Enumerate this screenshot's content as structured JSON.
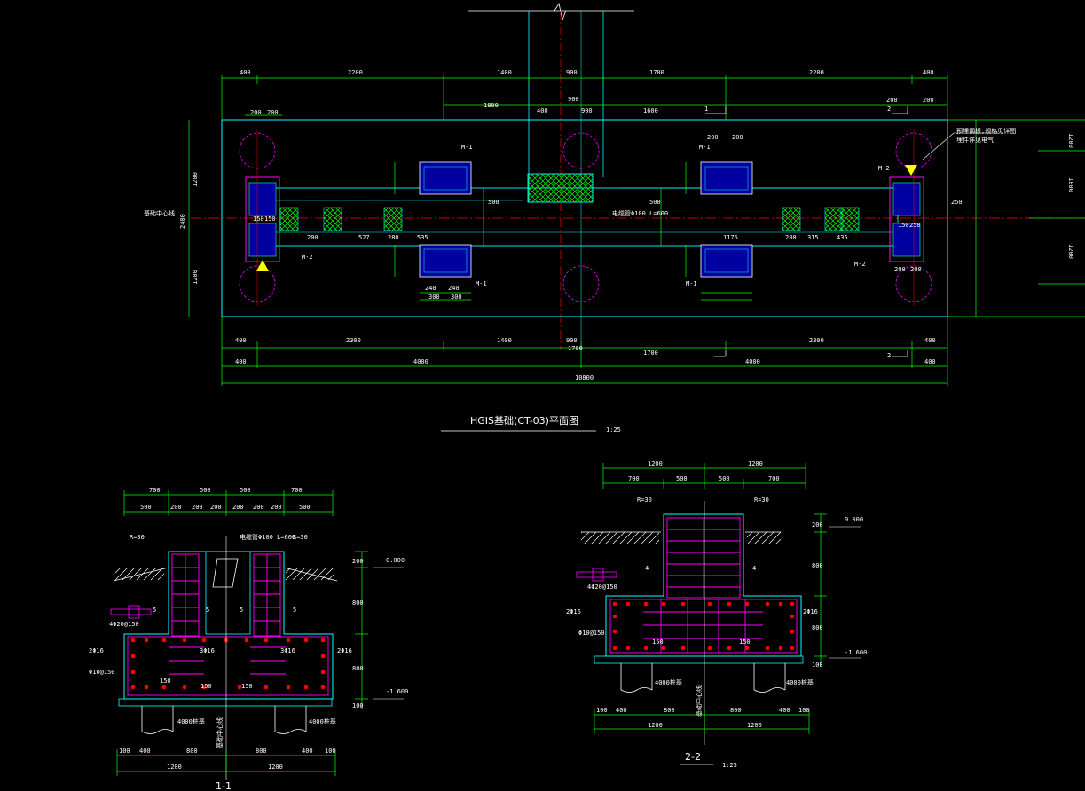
{
  "plan": {
    "title": "HGIS基础(CT-03)平面图",
    "scale": "1:25",
    "dims_top1": [
      "400",
      "2200",
      "1400",
      "900",
      "1700",
      "2200",
      "400"
    ],
    "dims_top2": [
      "900",
      "1800",
      "400",
      "900",
      "1600"
    ],
    "dims_top3": [
      "200",
      "200",
      "200",
      "200",
      "200",
      "200",
      "200",
      "200"
    ],
    "dims_bottom1": [
      "400",
      "2300",
      "1400",
      "900",
      "1700",
      "2300",
      "400"
    ],
    "dims_bottom2": [
      "400",
      "4000",
      "1700",
      "4000",
      "400"
    ],
    "dims_total": "10800",
    "dims_left": [
      "1200",
      "2400",
      "1200"
    ],
    "dims_right": [
      "1200",
      "1800",
      "1200"
    ],
    "dims_inner": [
      "200",
      "527",
      "280",
      "535",
      "1175",
      "280",
      "315",
      "435",
      "500",
      "500",
      "240",
      "240",
      "300",
      "300",
      "150",
      "150",
      "150",
      "250",
      "250"
    ],
    "labels": {
      "m1": "M-1",
      "m2": "M-2",
      "axis": "基础中心线",
      "pipe": "电缆管Φ100 L=600",
      "note1": "预埋钢板,规格见详图",
      "note2": "埋件详见电气"
    }
  },
  "section11": {
    "title": "1-1",
    "dims_top1": [
      "700",
      "500",
      "500",
      "700"
    ],
    "dims_top2": [
      "500",
      "200",
      "200",
      "200",
      "200",
      "200",
      "200",
      "500"
    ],
    "dims_bottom1": [
      "100",
      "400",
      "800",
      "800",
      "400",
      "100"
    ],
    "dims_bottom2": [
      "1200",
      "1200"
    ],
    "elev_top": "0.000",
    "elev_bottom": "-1.600",
    "side_dims": [
      "200",
      "800",
      "800",
      "100"
    ],
    "labels": {
      "r1": "R=30",
      "r2": "R=30",
      "pipe": "电缆管Φ100 L=600",
      "rebar1": "4Φ20@150",
      "rebar2": "2Φ16",
      "rebar3": "Φ10@150",
      "rebar4": "3Φ16",
      "num150": "150",
      "pile": "4000桩基",
      "axis": "基础中心线",
      "mark5": "5"
    }
  },
  "section22": {
    "title": "2-2",
    "scale": "1:25",
    "dims_top1": [
      "1200",
      "1200"
    ],
    "dims_top2": [
      "700",
      "500",
      "500",
      "700"
    ],
    "dims_bottom1": [
      "100",
      "400",
      "800",
      "800",
      "400",
      "100"
    ],
    "dims_bottom2": [
      "1200",
      "1200"
    ],
    "elev_top": "0.000",
    "elev_bottom": "-1.600",
    "side_dims": [
      "200",
      "800",
      "800",
      "100"
    ],
    "labels": {
      "r1": "R=30",
      "r2": "R=30",
      "rebar1": "4Φ20@150",
      "rebar2": "2Φ16",
      "rebar3": "Φ10@150",
      "num150": "150",
      "pile": "4000桩基",
      "axis": "基础中心线",
      "mark4": "4"
    }
  },
  "colors": {
    "bg": "#000000",
    "outline": "#00ffff",
    "dim": "#00ff00",
    "rebar": "#ff00ff",
    "axis": "#ff0000",
    "text": "#ffffff",
    "fill": "#0000a0"
  }
}
